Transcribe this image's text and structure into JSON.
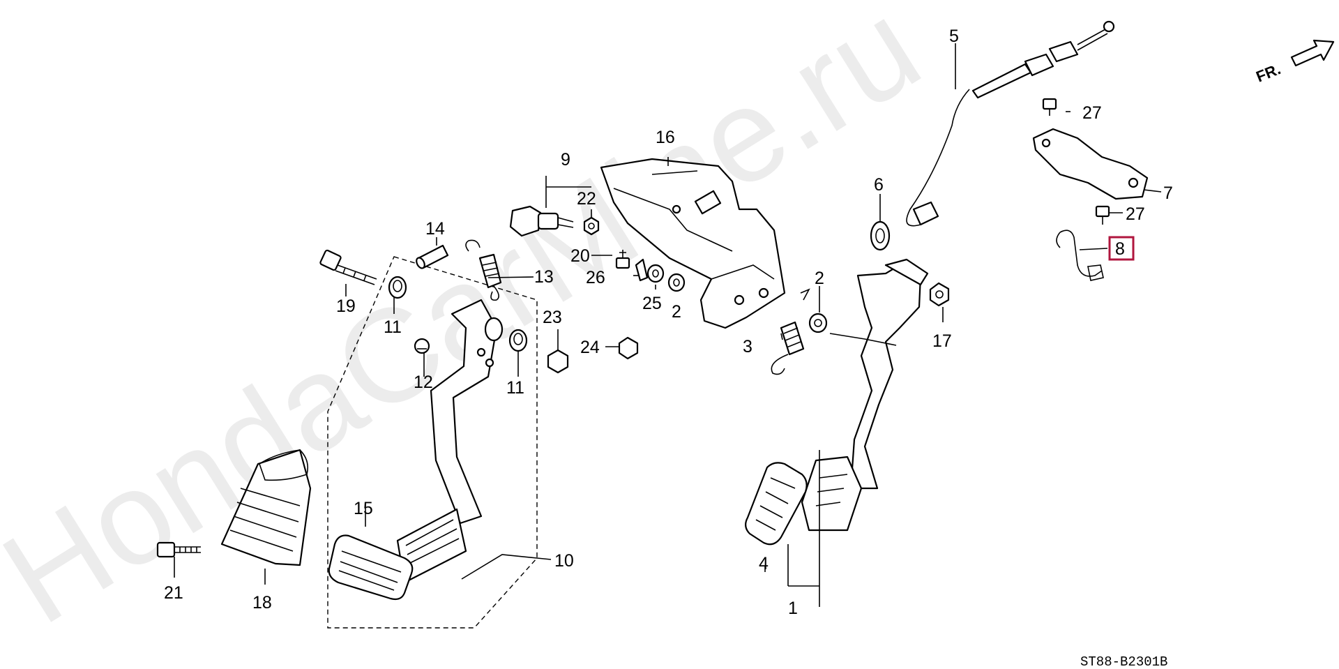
{
  "watermark": "HondaCarMine.ru",
  "direction": {
    "label": "FR.",
    "icon": "arrow-right-icon"
  },
  "diagram_code": "ST88-B2301B",
  "highlight_color": "#b0163e",
  "callouts": {
    "c1": "1",
    "c2a": "2",
    "c2b": "2",
    "c3": "3",
    "c4": "4",
    "c5": "5",
    "c6": "6",
    "c7": "7",
    "c8": "8",
    "c9": "9",
    "c10": "10",
    "c11a": "11",
    "c11b": "11",
    "c12": "12",
    "c13": "13",
    "c14": "14",
    "c15": "15",
    "c16": "16",
    "c17": "17",
    "c18": "18",
    "c19": "19",
    "c20": "20",
    "c21": "21",
    "c22": "22",
    "c23": "23",
    "c24": "24",
    "c25": "25",
    "c26": "26",
    "c27a": "27",
    "c27b": "27"
  }
}
